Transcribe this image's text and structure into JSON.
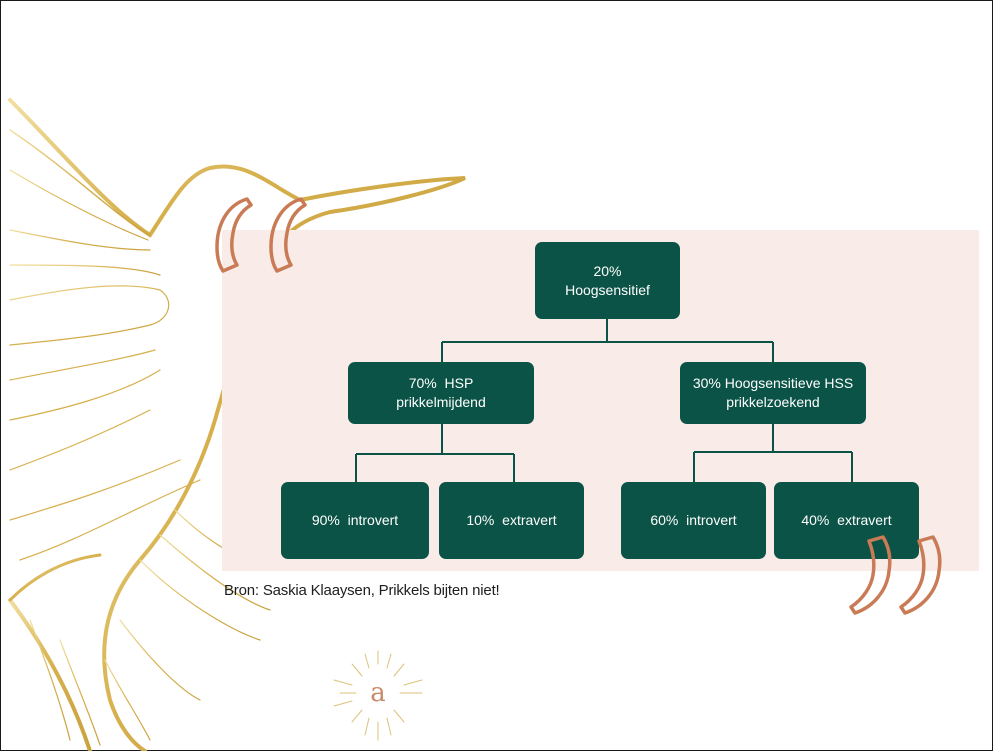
{
  "colors": {
    "panel": "#f8ebe8",
    "box": "#0b5346",
    "box_text": "#ffffff",
    "connector": "#0b5346",
    "gold": "#d8b55a",
    "quote_mark": "#c97b55"
  },
  "tree": {
    "root": {
      "line1": "20%",
      "line2": "Hoogsensitief"
    },
    "left": {
      "line1": "70%  HSP",
      "line2": "prikkelmijdend",
      "children": [
        {
          "label": "90%  introvert"
        },
        {
          "label": "10%  extravert"
        }
      ]
    },
    "right": {
      "line1": "30% Hoogsensitieve HSS",
      "line2": "prikkelzoekend",
      "children": [
        {
          "label": "60%  introvert"
        },
        {
          "label": "40%  extravert"
        }
      ]
    }
  },
  "source": "Bron: Saskia Klaaysen, Prikkels bijten niet!",
  "decor": {
    "open_quote_icon": "opening-quote-icon",
    "close_quote_icon": "closing-quote-icon",
    "bird_icon": "hummingbird-line-art",
    "logo_letter": "a"
  }
}
